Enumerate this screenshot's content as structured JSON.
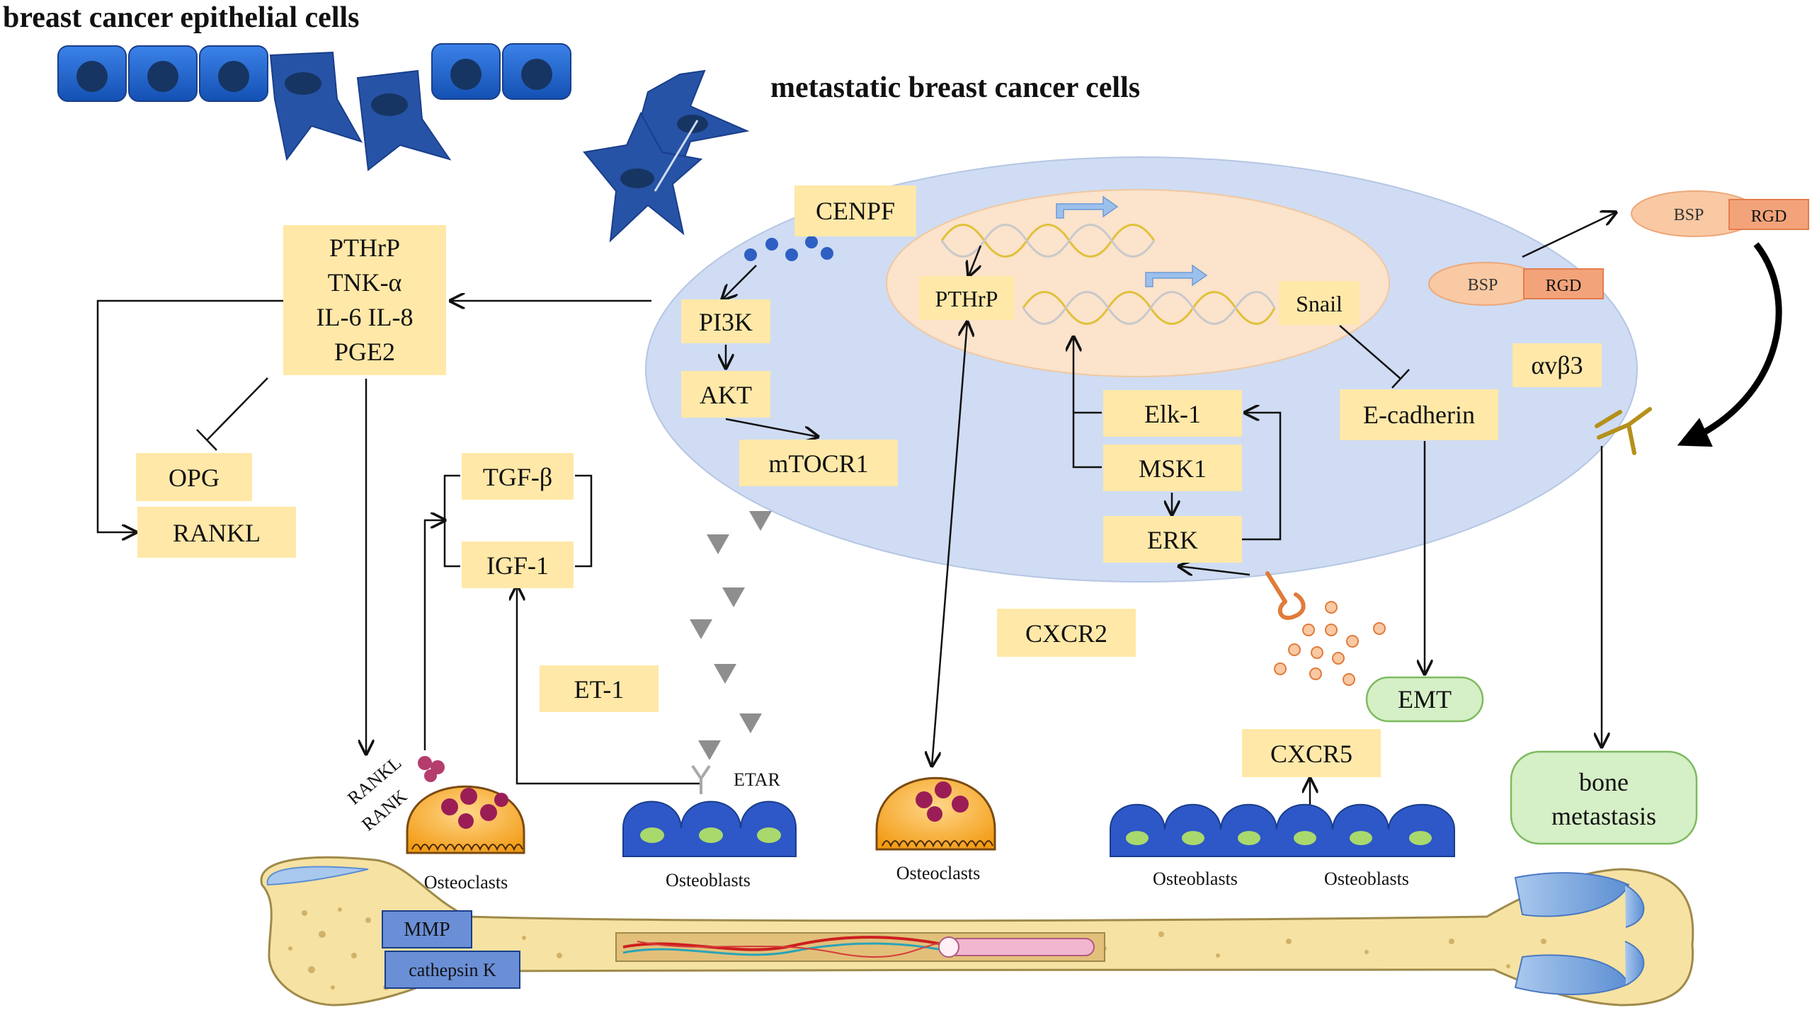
{
  "headings": {
    "epithelial": "breast cancer epithelial cells",
    "metastatic": "metastatic breast cancer cells"
  },
  "labels": {
    "cenpf": "CENPF",
    "pthrp_nucleus": "PTHrP",
    "snail": "Snail",
    "pi3k": "PI3K",
    "akt": "AKT",
    "mtocr1": "mTOCR1",
    "elk1": "Elk-1",
    "msk1": "MSK1",
    "erk": "ERK",
    "ecadherin": "E-cadherin",
    "avb3": "αvβ3",
    "bsp_a": "BSP",
    "rgd_a": "RGD",
    "bsp_b": "BSP",
    "rgd_b": "RGD",
    "secreted_factors": [
      "PTHrP",
      "TNK-α",
      "IL-6 IL-8",
      "PGE2"
    ],
    "opg": "OPG",
    "rankl_box": "RANKL",
    "tgfb": "TGF-β",
    "igf1": "IGF-1",
    "et1": "ET-1",
    "cxcr2": "CXCR2",
    "cxcr5": "CXCR5",
    "emt": "EMT",
    "bone_metastasis_line1": "bone",
    "bone_metastasis_line2": "metastasis",
    "rankl_receptor": "RANKL",
    "rank_receptor": "RANK",
    "etar": "ETAR",
    "osteoclasts_left": "Osteoclasts",
    "osteoclasts_mid": "Osteoclasts",
    "osteoblasts_left": "Osteoblasts",
    "osteoblasts_right_a": "Osteoblasts",
    "osteoblasts_right_b": "Osteoblasts",
    "mmp": "MMP",
    "cathepsin": "cathepsin K"
  },
  "colors": {
    "label_box": "#ffe8a8",
    "cell_fill": "#cfdcf3",
    "nucleus_fill": "#fbe3cc",
    "epithelial_blue": "#1f5ec2",
    "dark_blue": "#2653a6",
    "green_box": "#d5efc6",
    "green_border": "#7dba5f",
    "bsp_fill": "#f9c9a3",
    "rgd_fill": "#f3a37a",
    "osteoclast_orange": "#f6a51f",
    "osteoblast_blue": "#2e57c8",
    "osteoblast_nucleus": "#a9d96c",
    "bone_fill": "#f6e2a3",
    "mmp_box": "#6a8fd6"
  }
}
